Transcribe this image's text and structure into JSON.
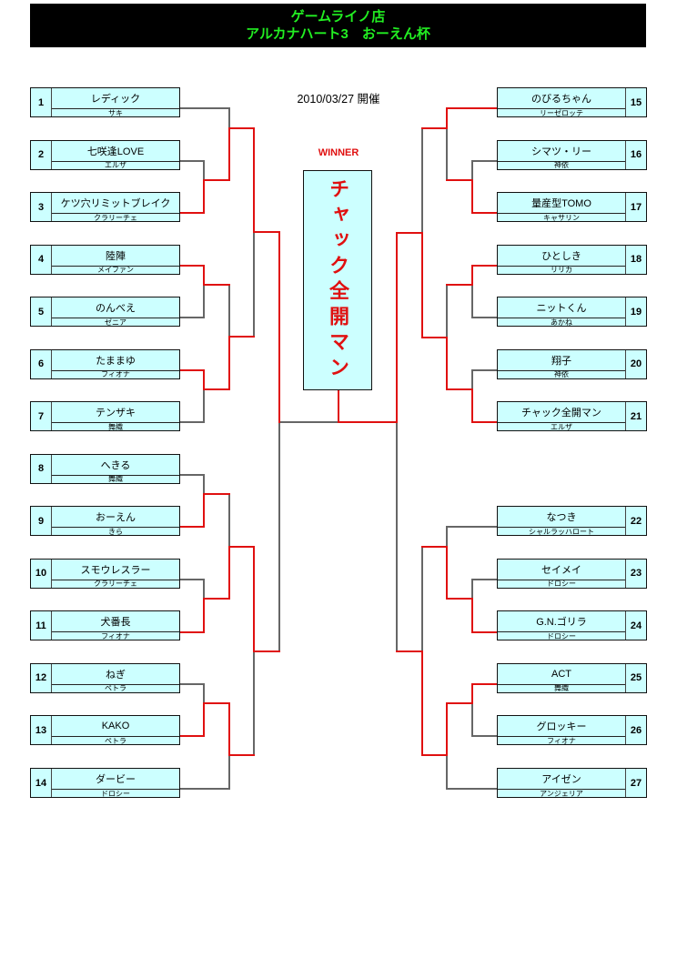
{
  "header": {
    "line1": "ゲームライノ店",
    "line2": "アルカナハート3　おーえん杯"
  },
  "date": "2010/03/27 開催",
  "winner": {
    "label": "WINNER",
    "name": "チャック全開マン"
  },
  "colors": {
    "header_bg": "#000000",
    "header_text": "#22ee22",
    "box_fill": "#ccffff",
    "win_line": "#e01010",
    "lose_line": "#666666",
    "winner_text": "#e01010"
  },
  "left_entries": [
    {
      "seed": "1",
      "player": "レディック",
      "character": "サキ"
    },
    {
      "seed": "2",
      "player": "七咲逢LOVE",
      "character": "エルザ"
    },
    {
      "seed": "3",
      "player": "ケツ穴リミットブレイク",
      "character": "クラリーチェ"
    },
    {
      "seed": "4",
      "player": "陸陣",
      "character": "メイファン"
    },
    {
      "seed": "5",
      "player": "のんべえ",
      "character": "ゼニア"
    },
    {
      "seed": "6",
      "player": "たままゆ",
      "character": "フィオナ"
    },
    {
      "seed": "7",
      "player": "テンザキ",
      "character": "舞織"
    },
    {
      "seed": "8",
      "player": "へきる",
      "character": "舞織"
    },
    {
      "seed": "9",
      "player": "おーえん",
      "character": "きら"
    },
    {
      "seed": "10",
      "player": "スモウレスラー",
      "character": "クラリーチェ"
    },
    {
      "seed": "11",
      "player": "犬番長",
      "character": "フィオナ"
    },
    {
      "seed": "12",
      "player": "ねぎ",
      "character": "ペトラ"
    },
    {
      "seed": "13",
      "player": "KAKO",
      "character": "ペトラ"
    },
    {
      "seed": "14",
      "player": "ダービー",
      "character": "ドロシー"
    }
  ],
  "right_entries": [
    {
      "seed": "15",
      "player": "のびるちゃん",
      "character": "リーゼロッテ"
    },
    {
      "seed": "16",
      "player": "シマツ・リー",
      "character": "神依"
    },
    {
      "seed": "17",
      "player": "量産型TOMO",
      "character": "キャサリン"
    },
    {
      "seed": "18",
      "player": "ひとしき",
      "character": "リリカ"
    },
    {
      "seed": "19",
      "player": "ニットくん",
      "character": "あかね"
    },
    {
      "seed": "20",
      "player": "翔子",
      "character": "神依"
    },
    {
      "seed": "21",
      "player": "チャック全開マン",
      "character": "エルザ"
    },
    {
      "seed": "22",
      "player": "なつき",
      "character": "シャルラッハロート"
    },
    {
      "seed": "23",
      "player": "セイメイ",
      "character": "ドロシー"
    },
    {
      "seed": "24",
      "player": "G.N.ゴリラ",
      "character": "ドロシー"
    },
    {
      "seed": "25",
      "player": "ACT",
      "character": "舞織"
    },
    {
      "seed": "26",
      "player": "グロッキー",
      "character": "フィオナ"
    },
    {
      "seed": "27",
      "player": "アイゼン",
      "character": "アンジェリア"
    }
  ]
}
